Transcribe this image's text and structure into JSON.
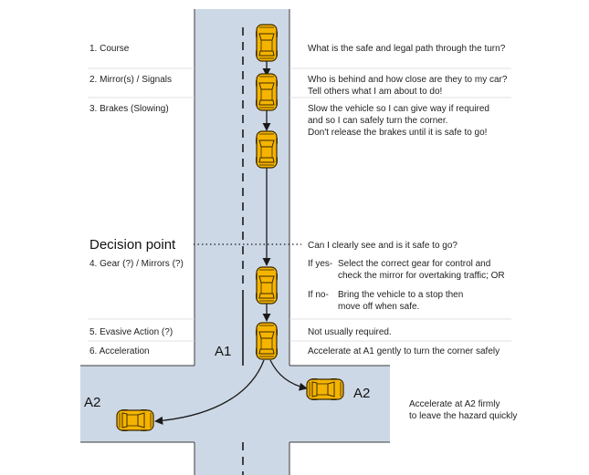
{
  "colors": {
    "road": "#cdd8e6",
    "road_edge": "#3a3a3a",
    "car_body": "#f5b400",
    "car_outline": "#3a2a00",
    "rule": "#d9d9d9",
    "arrow": "#1a1a1a"
  },
  "steps": [
    {
      "label": "1. Course",
      "description": [
        "What is the safe and legal path through the turn?"
      ]
    },
    {
      "label": "2. Mirror(s) / Signals",
      "description": [
        "Who is behind and how close are they to my car?",
        "Tell others what I am about to do!"
      ]
    },
    {
      "label": "3. Brakes (Slowing)",
      "description": [
        "Slow the vehicle so I can give way if required",
        "and so I can safely turn the corner.",
        "Don't release the brakes until it is safe to go!"
      ]
    },
    {
      "label": "4. Gear (?) / Mirrors (?)",
      "description": []
    },
    {
      "label": "5. Evasive Action (?)",
      "description": [
        "Not usually required."
      ]
    },
    {
      "label": "6. Acceleration",
      "description": [
        "Accelerate at A1 gently to turn the corner safely"
      ]
    }
  ],
  "decision": {
    "label": "Decision point",
    "question": "Can I clearly see and is it safe to go?"
  },
  "gear_options": [
    {
      "prefix": "If yes-",
      "lines": [
        "Select the correct gear for control and",
        "check the mirror for overtaking traffic; OR"
      ]
    },
    {
      "prefix": "If no-",
      "lines": [
        "Bring the vehicle to a stop then",
        "move off when safe."
      ]
    }
  ],
  "markers": {
    "a1": "A1",
    "a2_left": "A2",
    "a2_right": "A2"
  },
  "a2_note": [
    "Accelerate at A2 firmly",
    "to leave the hazard quickly"
  ],
  "icons": [
    "car-icon",
    "arrow-icon"
  ]
}
